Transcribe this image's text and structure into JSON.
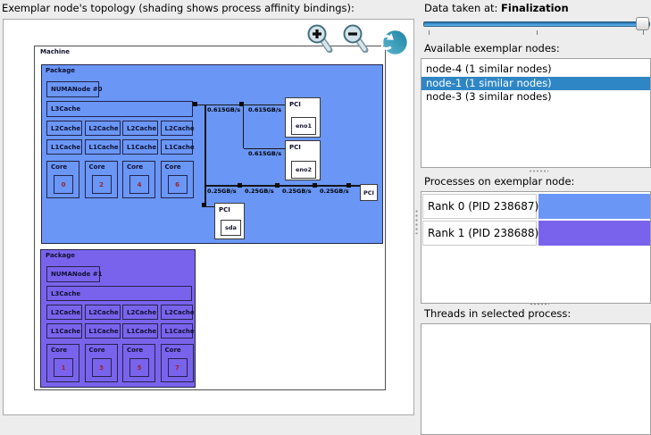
{
  "title": "Exemplar node's topology (shading shows process affinity bindings):",
  "toolbar": {
    "zoom_in_icon": "magnifier-plus",
    "zoom_out_icon": "magnifier-minus",
    "reset_view_icon": "reset-circular-arrow"
  },
  "topology": {
    "machine_label": "Machine",
    "packages": [
      {
        "label": "Package",
        "color": "#6a96f6",
        "numa_label": "NUMANode #0",
        "l3_label": "L3Cache",
        "l2_labels": [
          "L2Cache",
          "L2Cache",
          "L2Cache",
          "L2Cache"
        ],
        "l1_labels": [
          "L1Cache",
          "L1Cache",
          "L1Cache",
          "L1Cache"
        ],
        "cores": [
          {
            "label": "Core",
            "pu": "0"
          },
          {
            "label": "Core",
            "pu": "2"
          },
          {
            "label": "Core",
            "pu": "4"
          },
          {
            "label": "Core",
            "pu": "6"
          }
        ]
      },
      {
        "label": "Package",
        "color": "#7a63ec",
        "numa_label": "NUMANode #1",
        "l3_label": "L3Cache",
        "l2_labels": [
          "L2Cache",
          "L2Cache",
          "L2Cache",
          "L2Cache"
        ],
        "l1_labels": [
          "L1Cache",
          "L1Cache",
          "L1Cache",
          "L1Cache"
        ],
        "cores": [
          {
            "label": "Core",
            "pu": "1"
          },
          {
            "label": "Core",
            "pu": "3"
          },
          {
            "label": "Core",
            "pu": "5"
          },
          {
            "label": "Core",
            "pu": "7"
          }
        ]
      }
    ],
    "pci_label": "PCI",
    "devices": {
      "eno1": "eno1",
      "eno2": "eno2",
      "sda": "sda"
    },
    "bandwidths": {
      "link1": "0.615GB/s",
      "link2": "0.615GB/s",
      "link3": "0.615GB/s",
      "link4": "0.25GB/s",
      "link5": "0.25GB/s",
      "link6": "0.25GB/s",
      "link7": "0.25GB/s"
    }
  },
  "sidebar": {
    "data_taken_label": "Data taken at:",
    "data_taken_value": "Finalization",
    "available_nodes_label": "Available exemplar nodes:",
    "nodes": [
      {
        "label": "node-4 (1 similar nodes)",
        "selected": false
      },
      {
        "label": "node-1 (1 similar nodes)",
        "selected": true
      },
      {
        "label": "node-3 (3 similar nodes)",
        "selected": false
      }
    ],
    "selection_color": "#2f86c5",
    "processes_label": "Processes on exemplar node:",
    "processes": [
      {
        "label": "Rank 0 (PID 238687)",
        "color": "#6a96f6"
      },
      {
        "label": "Rank 1 (PID 238688)",
        "color": "#7a63ec"
      }
    ],
    "threads_label": "Threads in selected process:"
  }
}
